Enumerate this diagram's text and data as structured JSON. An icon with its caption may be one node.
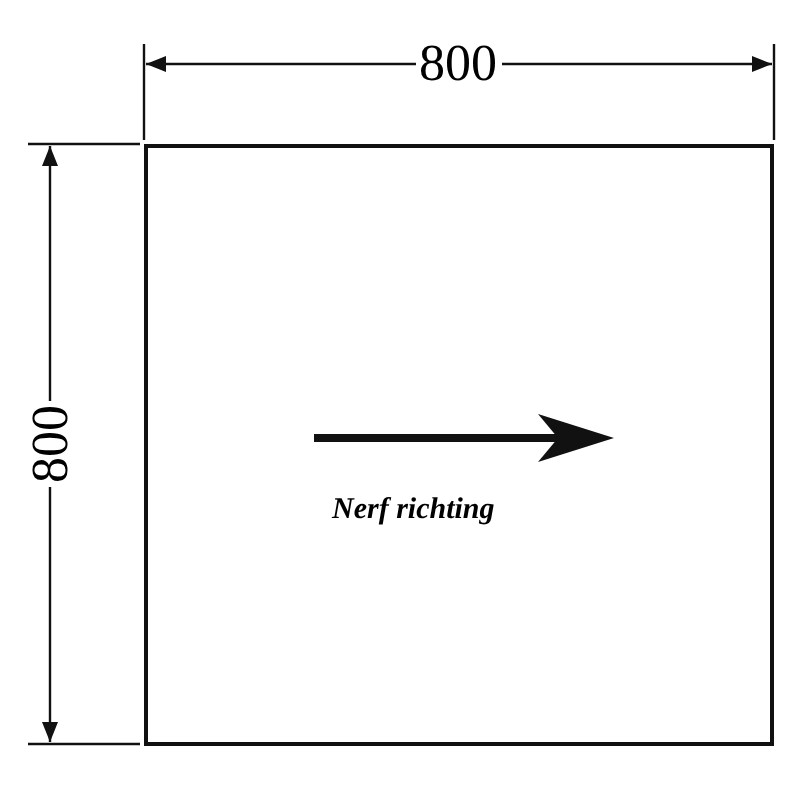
{
  "diagram": {
    "nodes": [
      {
        "text": [
          "Nerf richting"
        ]
      }
    ],
    "labels": [
      "800",
      "800"
    ]
  }
}
